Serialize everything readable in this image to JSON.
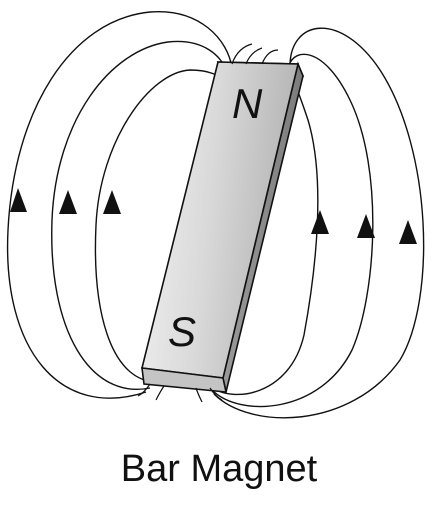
{
  "diagram": {
    "caption": "Bar Magnet",
    "north_label": "N",
    "south_label": "S",
    "field_line_count": 6,
    "arrow_direction": "up",
    "colors": {
      "line": "#111111",
      "magnet_front_light": "#eeeeee",
      "magnet_front_dark": "#b9b9b9",
      "magnet_side": "#8e8e8e",
      "magnet_top": "#d6d6d6"
    }
  }
}
